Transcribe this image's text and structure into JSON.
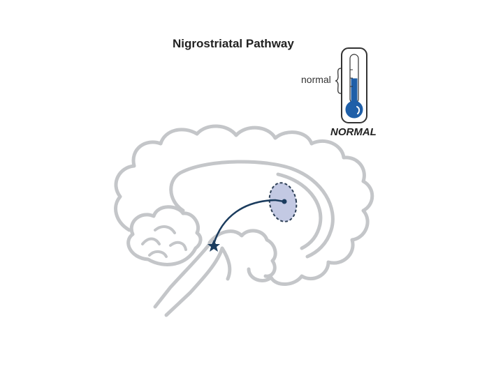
{
  "diagram": {
    "title": "Nigrostriatal Pathway",
    "thermometer": {
      "range_label": "normal",
      "state_label": "NORMAL",
      "fill_level": 0.55,
      "fill_color": "#1f5fa8"
    },
    "colors": {
      "brain_outline": "#c4c6c9",
      "pathway": "#1b3c5e",
      "striatum_fill": "#c3c9e3",
      "striatum_border": "#2c3e55",
      "thermometer_frame": "#333333",
      "text": "#222222"
    }
  }
}
